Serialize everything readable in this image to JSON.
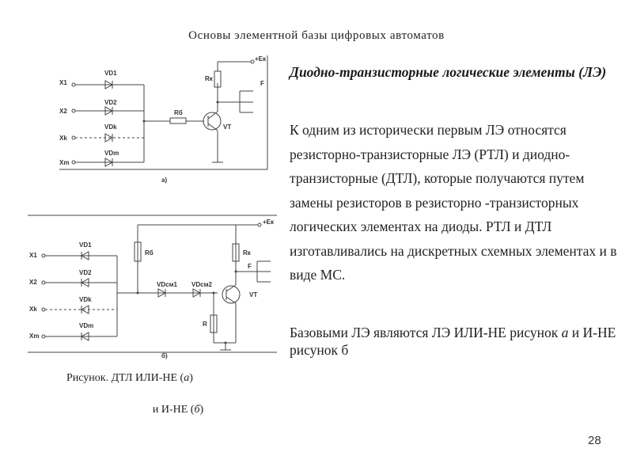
{
  "slide": {
    "title": "Основы элементной базы цифровых автоматов",
    "page_number": "28"
  },
  "text": {
    "heading": "Диодно-транзисторные логические элементы (ЛЭ)",
    "paragraph1": "К одним из исторически первым ЛЭ относятся резисторно-транзисторные ЛЭ (РТЛ) и диодно-транзисторные (ДТЛ), которые получаются путем замены резисторов в резисторно -транзисторных логических элементах на диоды. РТЛ и ДТЛ изготавливались на дискретных схемных элементах и в виде МС.",
    "paragraph2_part1": "Базовыми ЛЭ являются ЛЭ ИЛИ-НЕ рисунок ",
    "paragraph2_italic": "а",
    "paragraph2_part2": " и И-НЕ рисунок б"
  },
  "figure": {
    "caption_line1_prefix": "Рисунок. ДТЛ ИЛИ-НЕ (",
    "caption_line1_italic": "а",
    "caption_line1_suffix": ")",
    "caption_line2_prefix": "и И-НЕ (",
    "caption_line2_italic": "б",
    "caption_line2_suffix": ")",
    "circuit_a": {
      "label": "а)",
      "supply": "+Ек",
      "inputs": [
        "X1",
        "X2",
        "Xk",
        "Xm"
      ],
      "diodes": [
        "VD1",
        "VD2",
        "VDk",
        "VDm"
      ],
      "base_resistor": "Rб",
      "collector_resistor": "Rк",
      "transistor": "VT",
      "output": "F"
    },
    "circuit_b": {
      "label": "б)",
      "supply": "+Ек",
      "inputs": [
        "X1",
        "X2",
        "Xk",
        "Xm"
      ],
      "diodes": [
        "VD1",
        "VD2",
        "VDk",
        "VDm"
      ],
      "base_resistor": "Rб",
      "shift_diodes": [
        "VDсм1",
        "VDсм2"
      ],
      "resistor": "R",
      "collector_resistor": "Rк",
      "transistor": "VT",
      "output": "F"
    }
  }
}
